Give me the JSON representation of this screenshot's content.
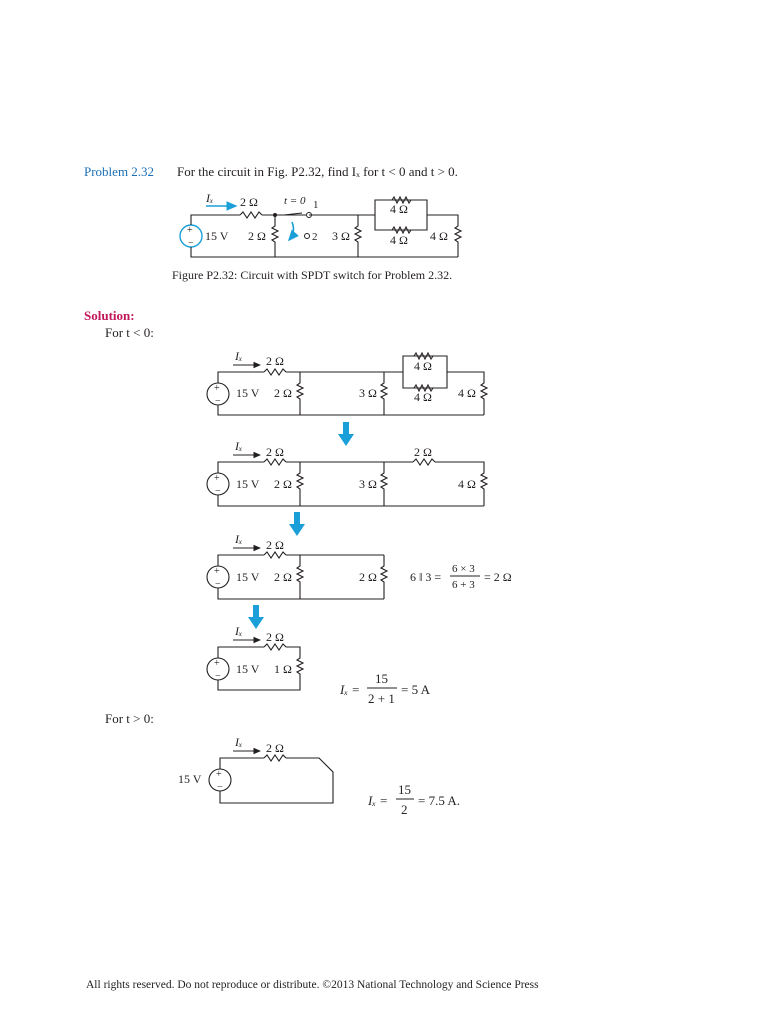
{
  "problem": {
    "number": "Problem 2.32",
    "statement": "For the circuit in Fig. P2.32, find Iₓ for t < 0 and t > 0."
  },
  "figure": {
    "caption": "Figure P2.32: Circuit with SPDT switch for Problem 2.32.",
    "labels": {
      "ix": "Iₓ",
      "r2a": "2 Ω",
      "switch": "t = 0",
      "pos1": "1",
      "pos2": "2",
      "source": "15 V",
      "r2b": "2 Ω",
      "r3": "3 Ω",
      "r4top": "4 Ω",
      "r4mid": "4 Ω",
      "r4right": "4 Ω"
    }
  },
  "solution": {
    "heading": "Solution:",
    "case1": "For t < 0:",
    "case2": "For t > 0:",
    "step1": {
      "ix": "Iₓ",
      "r2a": "2 Ω",
      "source": "15 V",
      "r2b": "2 Ω",
      "r3": "3 Ω",
      "r4top": "4 Ω",
      "r4mid": "4 Ω",
      "r4right": "4 Ω"
    },
    "step2": {
      "ix": "Iₓ",
      "r2a": "2 Ω",
      "source": "15 V",
      "r2b": "2 Ω",
      "r3": "3 Ω",
      "r2c": "2 Ω",
      "r4right": "4 Ω"
    },
    "step3": {
      "ix": "Iₓ",
      "r2a": "2 Ω",
      "source": "15 V",
      "r2b": "2 Ω",
      "r2d": "2 Ω",
      "eq_left": "6 ‖ 3 =",
      "eq_num": "6 × 3",
      "eq_den": "6 + 3",
      "eq_right": "= 2 Ω"
    },
    "step4": {
      "ix": "Iₓ",
      "r2a": "2 Ω",
      "source": "15 V",
      "r1": "1 Ω",
      "eq_left": "Iₓ =",
      "eq_num": "15",
      "eq_den": "2 + 1",
      "eq_right": "= 5 A"
    },
    "step5": {
      "ix": "Iₓ",
      "r2a": "2 Ω",
      "source": "15 V",
      "eq_left": "Iₓ =",
      "eq_num": "15",
      "eq_den": "2",
      "eq_right": "= 7.5 A."
    }
  },
  "footer": "All rights reserved. Do not reproduce or distribute. ©2013 National Technology and Science Press",
  "colors": {
    "accent_blue": "#1a6fb5",
    "arrow_blue": "#1a9fd8",
    "solution_magenta": "#c2185b"
  }
}
